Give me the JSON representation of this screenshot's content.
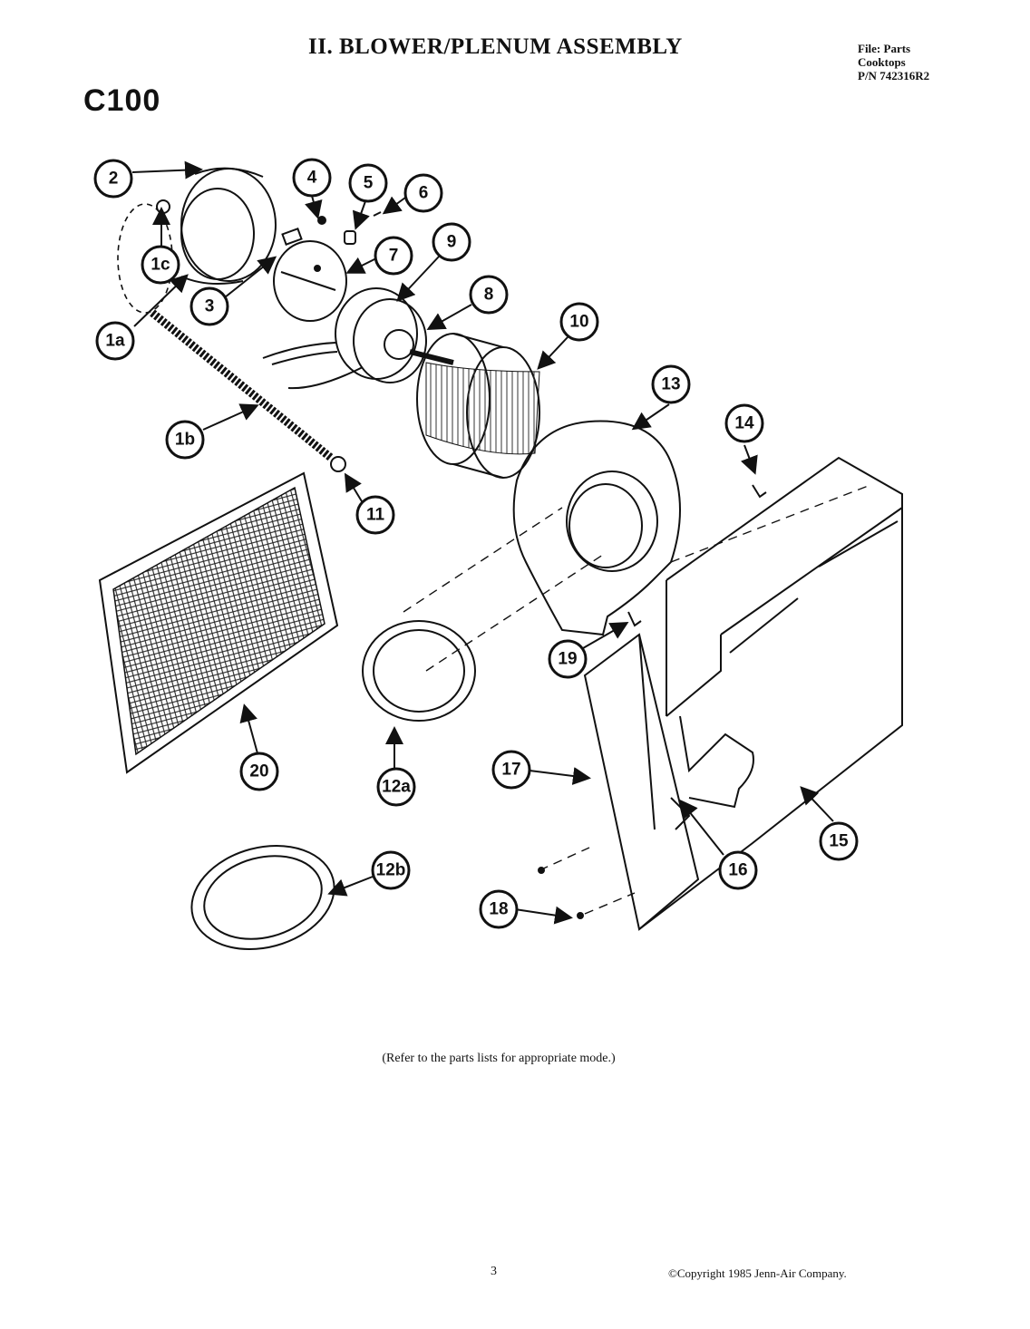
{
  "header": {
    "title": "II. BLOWER/PLENUM ASSEMBLY",
    "model": "C100",
    "file_info": [
      "File: Parts",
      "Cooktops",
      "P/N 742316R2"
    ]
  },
  "callouts": [
    {
      "id": "2",
      "label": "2"
    },
    {
      "id": "1c",
      "label": "1c"
    },
    {
      "id": "1a",
      "label": "1a"
    },
    {
      "id": "3",
      "label": "3"
    },
    {
      "id": "4",
      "label": "4"
    },
    {
      "id": "5",
      "label": "5"
    },
    {
      "id": "6",
      "label": "6"
    },
    {
      "id": "7",
      "label": "7"
    },
    {
      "id": "9",
      "label": "9"
    },
    {
      "id": "8",
      "label": "8"
    },
    {
      "id": "10",
      "label": "10"
    },
    {
      "id": "1b",
      "label": "1b"
    },
    {
      "id": "11",
      "label": "11"
    },
    {
      "id": "13",
      "label": "13"
    },
    {
      "id": "14",
      "label": "14"
    },
    {
      "id": "20",
      "label": "20"
    },
    {
      "id": "12a",
      "label": "12a"
    },
    {
      "id": "19",
      "label": "19"
    },
    {
      "id": "17",
      "label": "17"
    },
    {
      "id": "15",
      "label": "15"
    },
    {
      "id": "16",
      "label": "16"
    },
    {
      "id": "12b",
      "label": "12b"
    },
    {
      "id": "18",
      "label": "18"
    }
  ],
  "footer": {
    "note": "(Refer to the parts lists for appropriate mode.)",
    "page_number": "3",
    "copyright": "©Copyright 1985 Jenn-Air Company."
  }
}
